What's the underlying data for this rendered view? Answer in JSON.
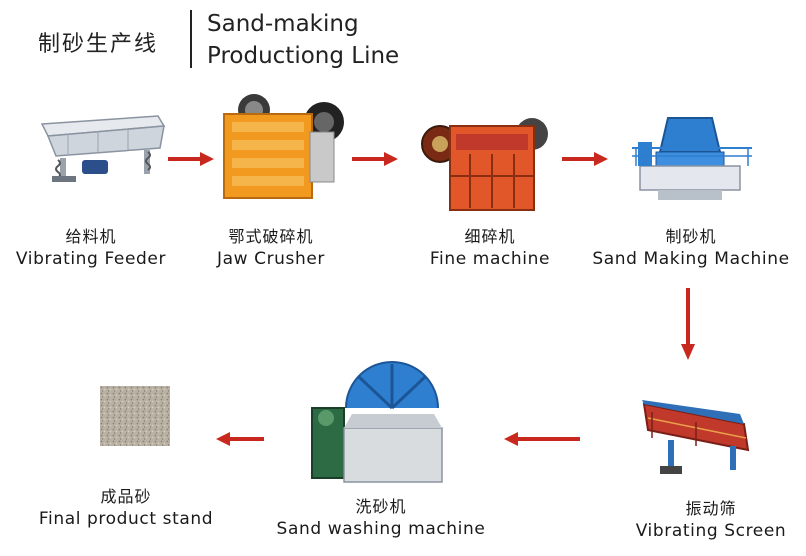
{
  "header": {
    "title_cn": "制砂生产线",
    "title_en_line1": "Sand-making",
    "title_en_line2": "Productiong Line"
  },
  "steps": [
    {
      "cn": "给料机",
      "en": "Vibrating Feeder"
    },
    {
      "cn": "鄂式破碎机",
      "en": "Jaw Crusher"
    },
    {
      "cn": "细碎机",
      "en": "Fine machine"
    },
    {
      "cn": "制砂机",
      "en": "Sand Making Machine"
    },
    {
      "cn": "振动筛",
      "en": "Vibrating Screen"
    },
    {
      "cn": "洗砂机",
      "en": "Sand washing machine"
    },
    {
      "cn": "成品砂",
      "en": "Final product stand"
    }
  ],
  "colors": {
    "arrow": "#c8281e",
    "machine_orange": "#f08a1c",
    "machine_blue": "#2f7fd0",
    "machine_red": "#c0392b",
    "title_text": "#222222"
  },
  "icons": [
    "vibrating-feeder-icon",
    "jaw-crusher-icon",
    "fine-crusher-icon",
    "sand-making-machine-icon",
    "vibrating-screen-icon",
    "sand-washer-icon",
    "sand-pile-icon"
  ]
}
